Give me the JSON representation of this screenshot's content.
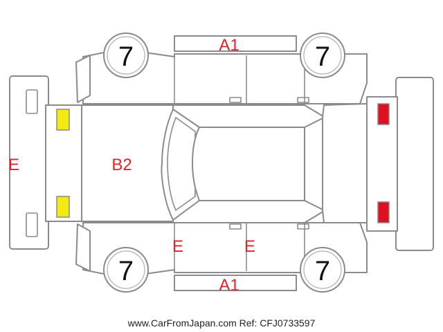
{
  "diagram": {
    "wheel_labels": {
      "front_left": "7",
      "front_right": "7",
      "rear_left": "7",
      "rear_right": "7"
    },
    "damage_codes": {
      "roof_top": "A1",
      "roof_bottom": "A1",
      "rear_panel": "E",
      "body_center": "B2",
      "door_left": "E",
      "door_right": "E"
    },
    "light_colors": {
      "rear": "#f2ea10",
      "front": "#e01020"
    }
  },
  "footer": {
    "text": "www.CarFromJapan.com Ref: CFJ0733597"
  }
}
